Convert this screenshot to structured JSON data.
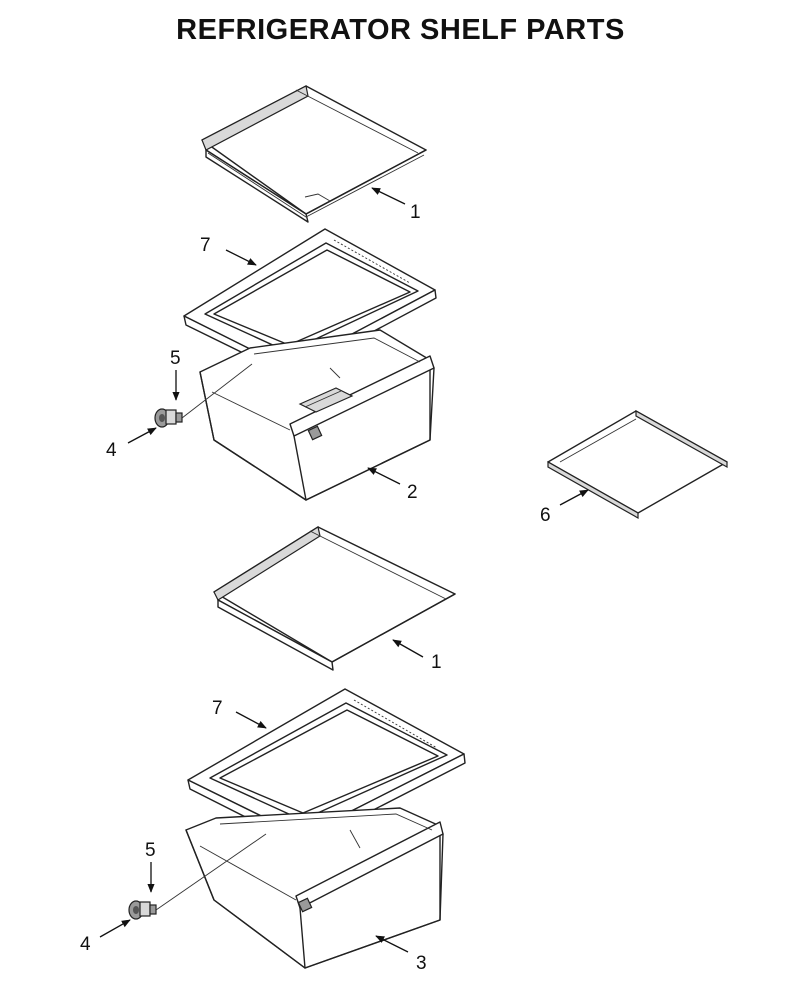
{
  "title": "REFRIGERATOR SHELF PARTS",
  "callouts": {
    "c1a": "1",
    "c7a": "7",
    "c5a": "5",
    "c4a": "4",
    "c2": "2",
    "c6": "6",
    "c1b": "1",
    "c7b": "7",
    "c5b": "5",
    "c4b": "4",
    "c3": "3"
  }
}
